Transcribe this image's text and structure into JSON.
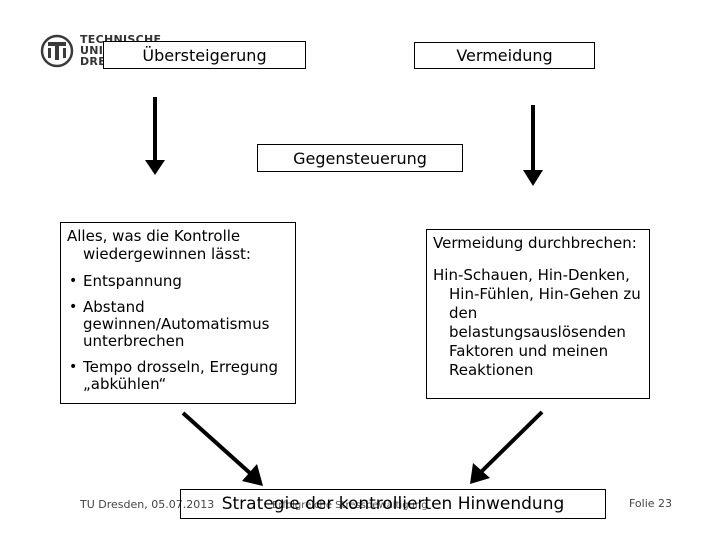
{
  "logo": {
    "line1": "TECHNISCHE",
    "line2": "UNIV",
    "line3": "DRE",
    "icon": "tu-dresden-logo-icon"
  },
  "boxes": {
    "uebersteigerung": "Übersteigerung",
    "vermeidung": "Vermeidung",
    "gegensteuerung": "Gegensteuerung",
    "left": {
      "heading": "Alles, was die Kontrolle wiedergewinnen lässt:",
      "items": [
        "Entspannung",
        "Abstand gewinnen/Automatismus unterbrechen",
        "Tempo drosseln, Erregung „abkühlen“"
      ]
    },
    "right": {
      "heading": "Vermeidung durchbrechen:",
      "body": "Hin-Schauen, Hin-Denken, Hin-Fühlen, Hin-Gehen zu den belastungsauslösenden Faktoren und meinen Reaktionen"
    },
    "strategie": "Strategie der kontrollierten Hinwendung"
  },
  "footer": {
    "left": "TU Dresden, 05.07.2013",
    "middle": "Erfolgreiche Stressbewältigung",
    "right": "Folie 23"
  },
  "colors": {
    "arrow": "#000000",
    "border": "#000000"
  }
}
